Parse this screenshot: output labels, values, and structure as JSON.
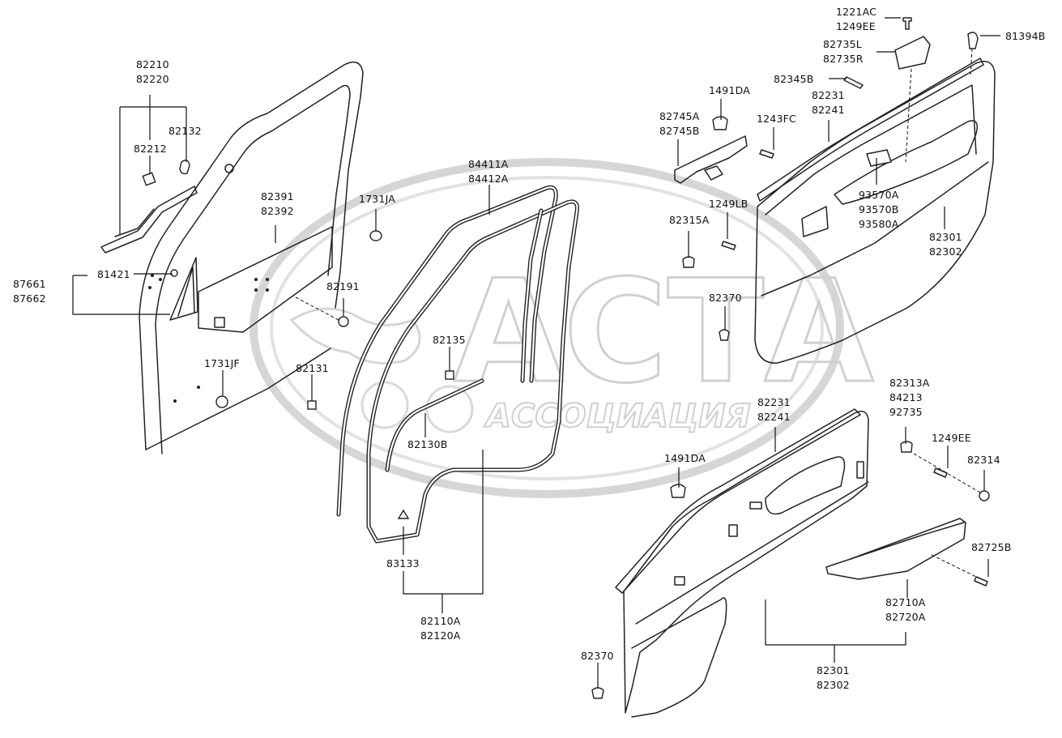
{
  "watermark": {
    "main": "АСТА",
    "sub": "АССОЦИАЦИЯ"
  },
  "labels": {
    "l_82210": "82210",
    "l_82220": "82220",
    "l_82132": "82132",
    "l_82212": "82212",
    "l_81421": "81421",
    "l_87661": "87661",
    "l_87662": "87662",
    "l_82391": "82391",
    "l_82392": "82392",
    "l_1731JA": "1731JA",
    "l_82191": "82191",
    "l_1731JF": "1731JF",
    "l_82131": "82131",
    "l_84411A": "84411A",
    "l_84412A": "84412A",
    "l_82135": "82135",
    "l_82130B": "82130B",
    "l_83133": "83133",
    "l_82110A": "82110A",
    "l_82120A": "82120A",
    "l_1221AC": "1221AC",
    "l_1249EE_top": "1249EE",
    "l_81394B": "81394B",
    "l_82735L": "82735L",
    "l_82735R": "82735R",
    "l_82345B": "82345B",
    "l_1491DA_top": "1491DA",
    "l_82231_top": "82231",
    "l_82241_top": "82241",
    "l_82745A": "82745A",
    "l_82745B": "82745B",
    "l_1243FC": "1243FC",
    "l_1249LB": "1249LB",
    "l_82315A": "82315A",
    "l_93570A": "93570A",
    "l_93570B": "93570B",
    "l_93580A": "93580A",
    "l_82301_top": "82301",
    "l_82302_top": "82302",
    "l_82370_top": "82370",
    "l_82313A": "82313A",
    "l_84213": "84213",
    "l_92735": "92735",
    "l_82231_bot": "82231",
    "l_82241_bot": "82241",
    "l_1491DA_bot": "1491DA",
    "l_1249EE_bot": "1249EE",
    "l_82314": "82314",
    "l_82725B": "82725B",
    "l_82710A": "82710A",
    "l_82720A": "82720A",
    "l_82370_bot": "82370",
    "l_82301_bot": "82301",
    "l_82302_bot": "82302"
  }
}
